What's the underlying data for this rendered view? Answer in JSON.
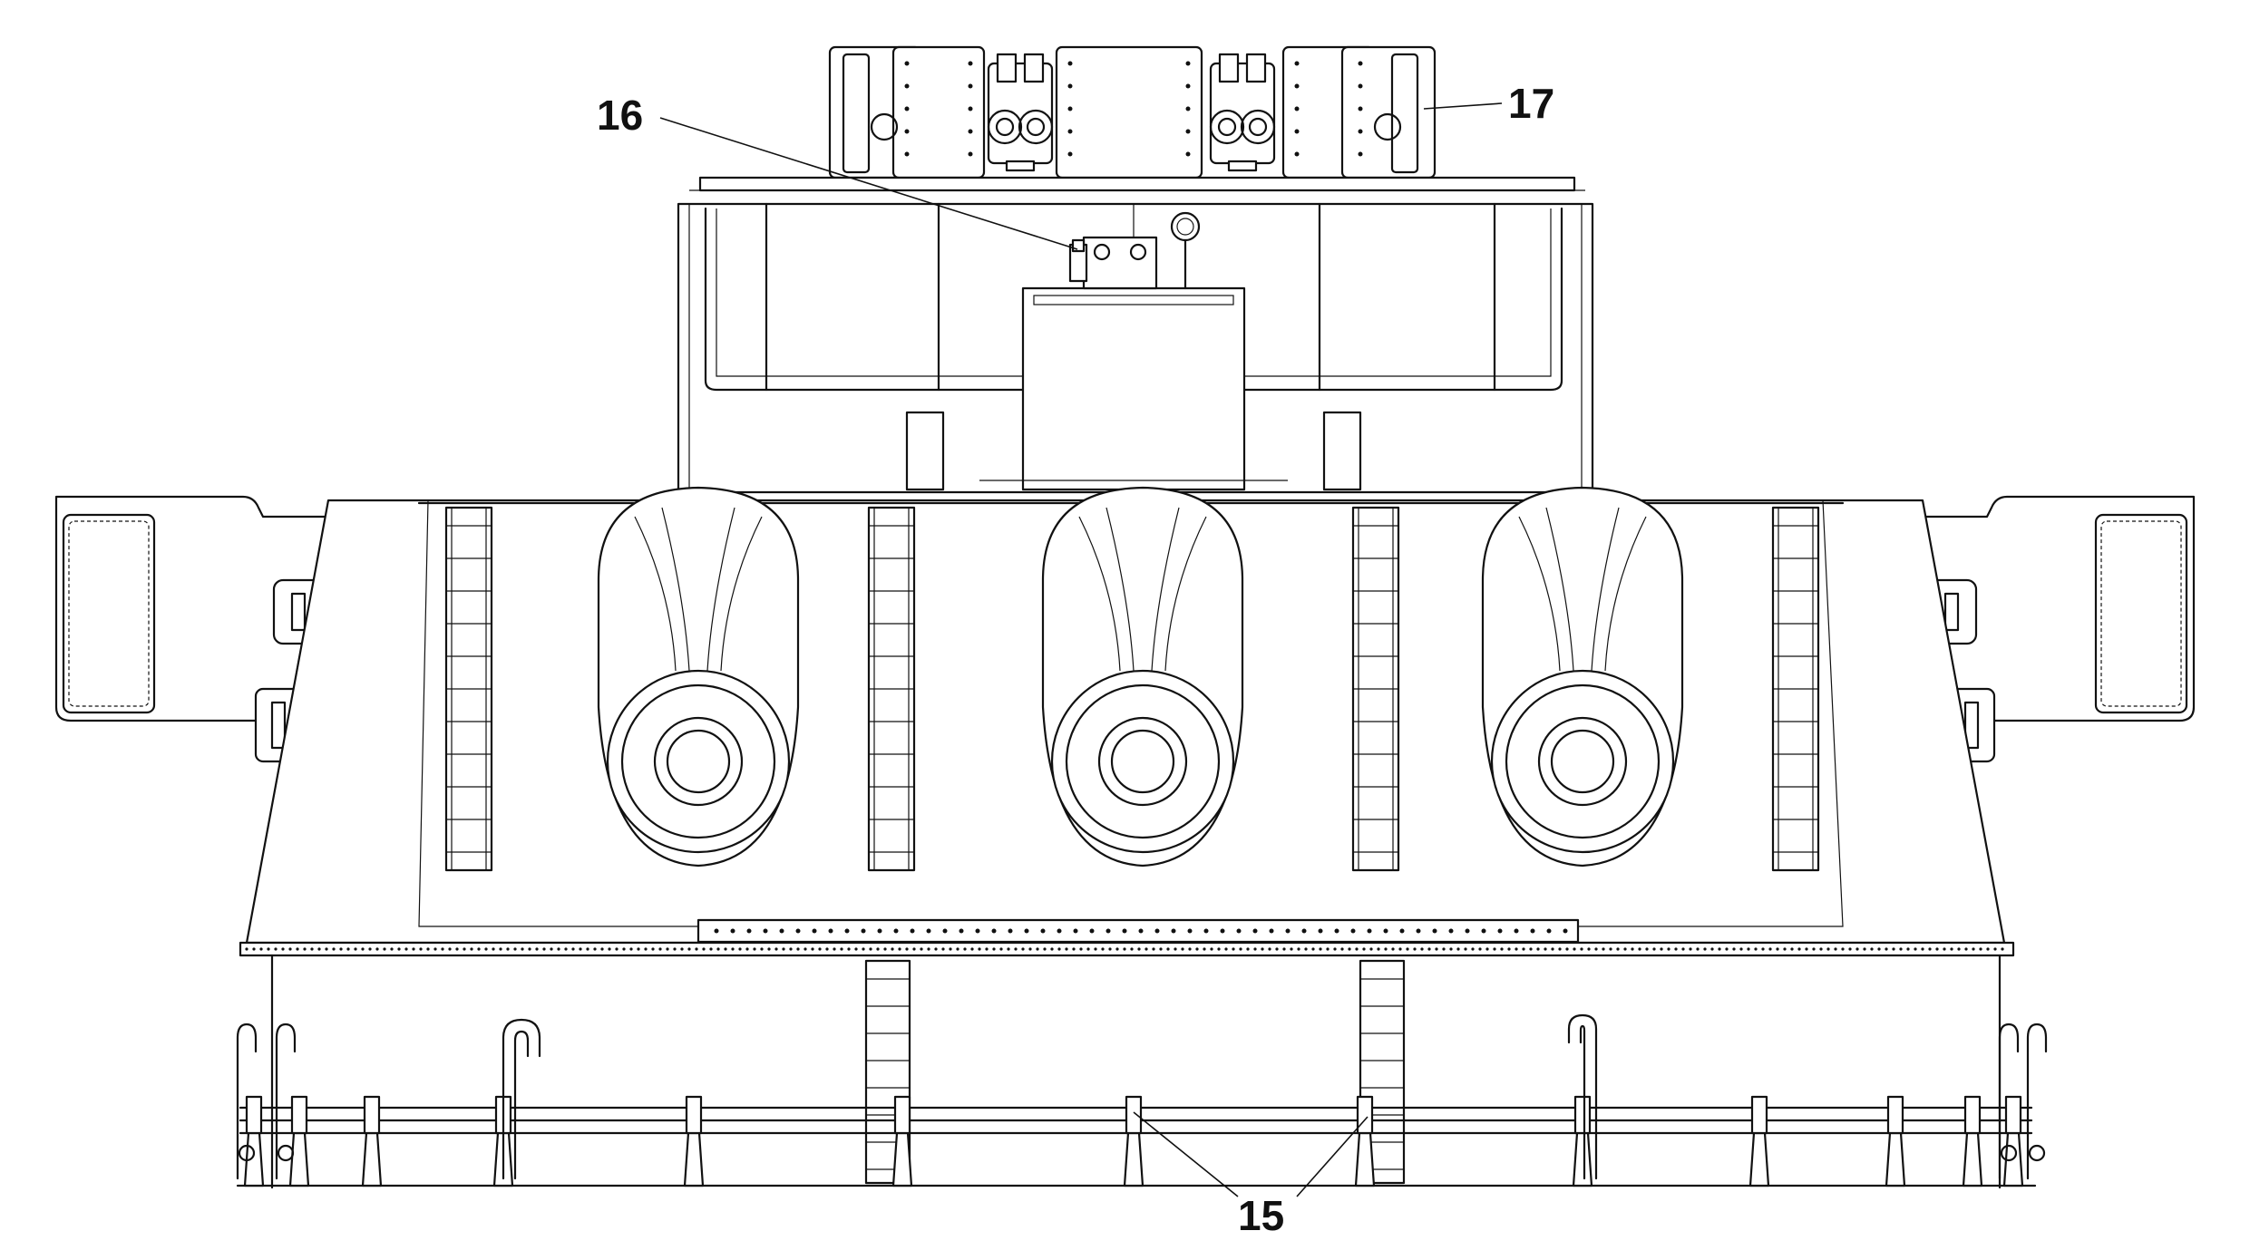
{
  "callouts": [
    {
      "id": "15",
      "label": "15"
    },
    {
      "id": "16",
      "label": "16"
    },
    {
      "id": "17",
      "label": "17"
    }
  ]
}
